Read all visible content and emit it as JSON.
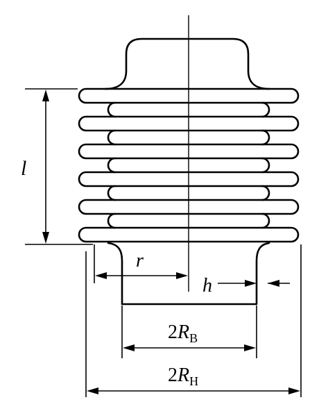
{
  "labels": {
    "l": "l",
    "r": "r",
    "h": "h",
    "two": "2",
    "R": "R",
    "sub_inner": "B",
    "sub_outer": "H"
  },
  "colors": {
    "stroke": "#000000",
    "background": "#ffffff"
  }
}
